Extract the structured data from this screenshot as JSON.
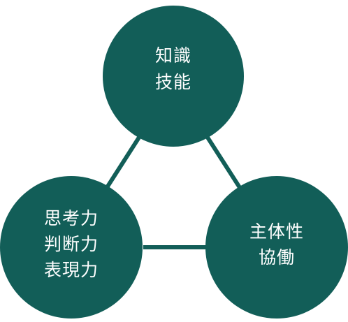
{
  "colors": {
    "node_fill": "#125e58",
    "edge_stroke": "#125e58",
    "text": "#ffffff",
    "background": "#ffffff"
  },
  "nodes": {
    "top": {
      "lines": [
        "知識",
        "技能"
      ]
    },
    "bottom_left": {
      "lines": [
        "思考力",
        "判断力",
        "表現力"
      ]
    },
    "bottom_right": {
      "lines": [
        "主体性",
        "協働"
      ]
    }
  }
}
